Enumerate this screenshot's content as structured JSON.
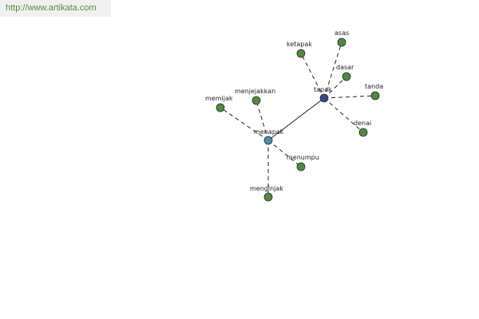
{
  "source_url": "http://www.artikata.com",
  "colors": {
    "leaf_node": "#4e8b3c",
    "hub_node_menapak": "#4a8fa6",
    "hub_node_tapak": "#38468e",
    "edge": "#222222"
  },
  "graph": {
    "nodes": [
      {
        "id": "tapak",
        "label": "tapak",
        "kind": "hub"
      },
      {
        "id": "menapak",
        "label": "menapak",
        "kind": "hub"
      },
      {
        "id": "asas",
        "label": "asas",
        "kind": "leaf"
      },
      {
        "id": "ketapak",
        "label": "ketapak",
        "kind": "leaf"
      },
      {
        "id": "dasar",
        "label": "dasar",
        "kind": "leaf"
      },
      {
        "id": "tanda",
        "label": "tanda",
        "kind": "leaf"
      },
      {
        "id": "denai",
        "label": "denai",
        "kind": "leaf"
      },
      {
        "id": "memijak",
        "label": "memijak",
        "kind": "leaf"
      },
      {
        "id": "menjejakkan",
        "label": "menjejakkan",
        "kind": "leaf"
      },
      {
        "id": "menumpu",
        "label": "menumpu",
        "kind": "leaf"
      },
      {
        "id": "menginjak",
        "label": "menginjak",
        "kind": "leaf"
      }
    ],
    "edges": [
      {
        "from": "tapak",
        "to": "menapak",
        "style": "solid"
      },
      {
        "from": "tapak",
        "to": "asas",
        "style": "dashed"
      },
      {
        "from": "tapak",
        "to": "ketapak",
        "style": "dashed"
      },
      {
        "from": "tapak",
        "to": "dasar",
        "style": "dashed"
      },
      {
        "from": "tapak",
        "to": "tanda",
        "style": "dashed"
      },
      {
        "from": "tapak",
        "to": "denai",
        "style": "dashed"
      },
      {
        "from": "menapak",
        "to": "memijak",
        "style": "dashed"
      },
      {
        "from": "menapak",
        "to": "menjejakkan",
        "style": "dashed"
      },
      {
        "from": "menapak",
        "to": "menumpu",
        "style": "dashed"
      },
      {
        "from": "menapak",
        "to": "menginjak",
        "style": "dashed"
      }
    ]
  }
}
